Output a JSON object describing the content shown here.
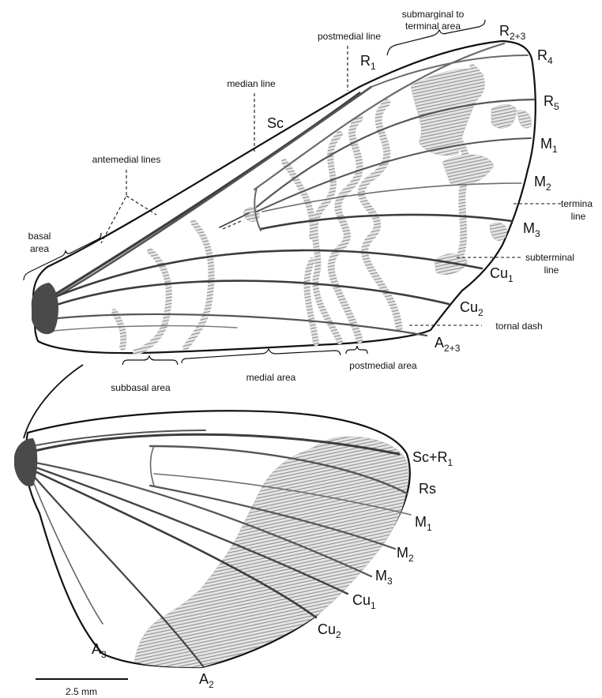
{
  "figure": {
    "forewing": {
      "vein_labels": [
        {
          "id": "sc",
          "text": "Sc",
          "sub": ""
        },
        {
          "id": "r1",
          "text": "R",
          "sub": "1"
        },
        {
          "id": "r23",
          "text": "R",
          "sub": "2+3"
        },
        {
          "id": "r4",
          "text": "R",
          "sub": "4"
        },
        {
          "id": "r5",
          "text": "R",
          "sub": "5"
        },
        {
          "id": "m1",
          "text": "M",
          "sub": "1"
        },
        {
          "id": "m2",
          "text": "M",
          "sub": "2"
        },
        {
          "id": "m3",
          "text": "M",
          "sub": "3"
        },
        {
          "id": "cu1",
          "text": "Cu",
          "sub": "1"
        },
        {
          "id": "cu2",
          "text": "Cu",
          "sub": "2"
        },
        {
          "id": "a23",
          "text": "A",
          "sub": "2+3"
        }
      ],
      "annotations": {
        "submarginal_1": "submarginal to",
        "submarginal_2": "terminal area",
        "postmedial_line": "postmedial line",
        "median_line": "median line",
        "antemedial_lines": "antemedial lines",
        "basal_1": "basal",
        "basal_2": "area",
        "termina_1": "termina",
        "termina_2": "line",
        "subterminal_1": "subterminal",
        "subterminal_2": "line",
        "tornal_dash": "tornal dash",
        "postmedial_area": "postmedial area",
        "medial_area": "medial area",
        "subbasal_area": "subbasal area"
      }
    },
    "hindwing": {
      "vein_labels": [
        {
          "id": "scr1",
          "text": "Sc+R",
          "sub": "1"
        },
        {
          "id": "rs",
          "text": "Rs",
          "sub": ""
        },
        {
          "id": "hm1",
          "text": "M",
          "sub": "1"
        },
        {
          "id": "hm2",
          "text": "M",
          "sub": "2"
        },
        {
          "id": "hm3",
          "text": "M",
          "sub": "3"
        },
        {
          "id": "hcu1",
          "text": "Cu",
          "sub": "1"
        },
        {
          "id": "hcu2",
          "text": "Cu",
          "sub": "2"
        },
        {
          "id": "a2",
          "text": "A",
          "sub": "2"
        },
        {
          "id": "a3",
          "text": "A",
          "sub": "3"
        }
      ]
    },
    "scale_bar": {
      "label": "2.5 mm"
    }
  }
}
